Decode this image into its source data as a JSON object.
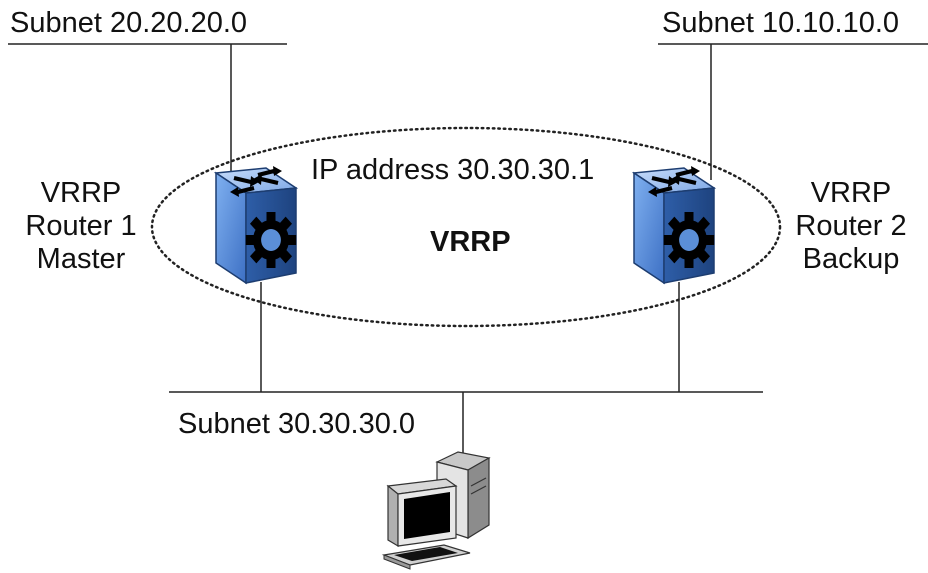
{
  "subnets": {
    "left_top": "Subnet 20.20.20.0",
    "right_top": "Subnet 10.10.10.0",
    "bottom": "Subnet 30.30.30.0"
  },
  "virtual_ip": "IP address 30.30.30.1",
  "vrrp_label": "VRRP",
  "router1": {
    "line1": "VRRP",
    "line2": "Router 1",
    "line3": "Master"
  },
  "router2": {
    "line1": "VRRP",
    "line2": "Router 2",
    "line3": "Backup"
  },
  "colors": {
    "router_face": "#5b8fd8",
    "router_top": "#8fb8ef",
    "router_side": "#2f5fa8",
    "line": "#222222"
  },
  "icons": [
    "router-icon",
    "router-icon",
    "workstation-icon"
  ]
}
